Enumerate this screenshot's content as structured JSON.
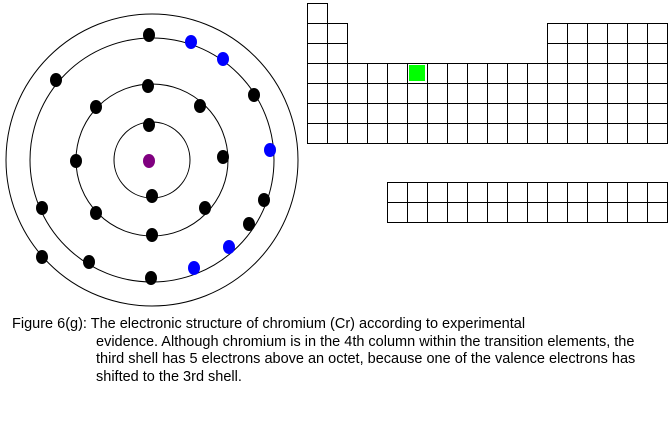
{
  "figure": {
    "caption_lead": "Figure 6(g): The electronic structure of chromium (Cr) according to experimental",
    "caption_rest": "evidence.  Although chromium is in the 4th column within the transition elements, the third shell has 5 electrons above an octet, because one of the valence electrons has shifted to the 3rd shell."
  },
  "atom": {
    "element": "Cr",
    "shells": [
      {
        "shell": 1,
        "electrons": 2,
        "highlighted": 0
      },
      {
        "shell": 2,
        "electrons": 8,
        "highlighted": 0
      },
      {
        "shell": 3,
        "electrons": 13,
        "highlighted": 5
      },
      {
        "shell": 4,
        "electrons": 1,
        "highlighted": 0
      }
    ],
    "colors": {
      "nucleus": "#800080",
      "electron": "#000000",
      "highlighted_electron": "#0000ff",
      "orbit": "#000000"
    }
  },
  "periodic_table": {
    "highlight": {
      "period": 4,
      "group": 6
    },
    "colors": {
      "highlight": "#00ff00",
      "grid": "#000000"
    }
  }
}
